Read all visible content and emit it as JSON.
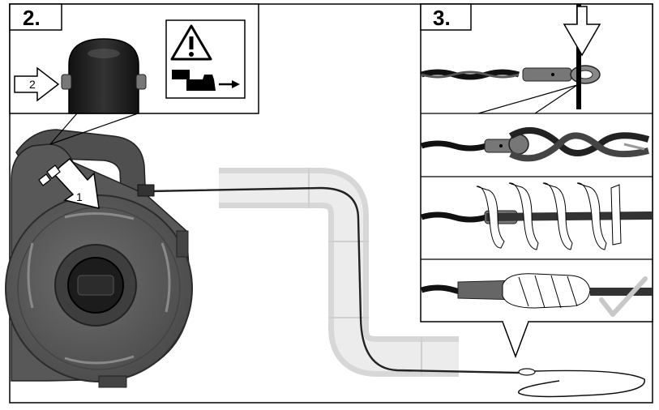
{
  "steps": {
    "step2_label": "2.",
    "step3_label": "3."
  },
  "arrows": {
    "arrow1_label": "1",
    "arrow2_label": "2"
  },
  "icons": {
    "warning": "warning-triangle-icon",
    "check": "checkmark-icon"
  },
  "colors": {
    "device_body": "#5f5f5f",
    "device_dark": "#3a3a3a",
    "pipe": "#e4e4e4",
    "line": "#000000",
    "check": "#c8c8c8"
  }
}
